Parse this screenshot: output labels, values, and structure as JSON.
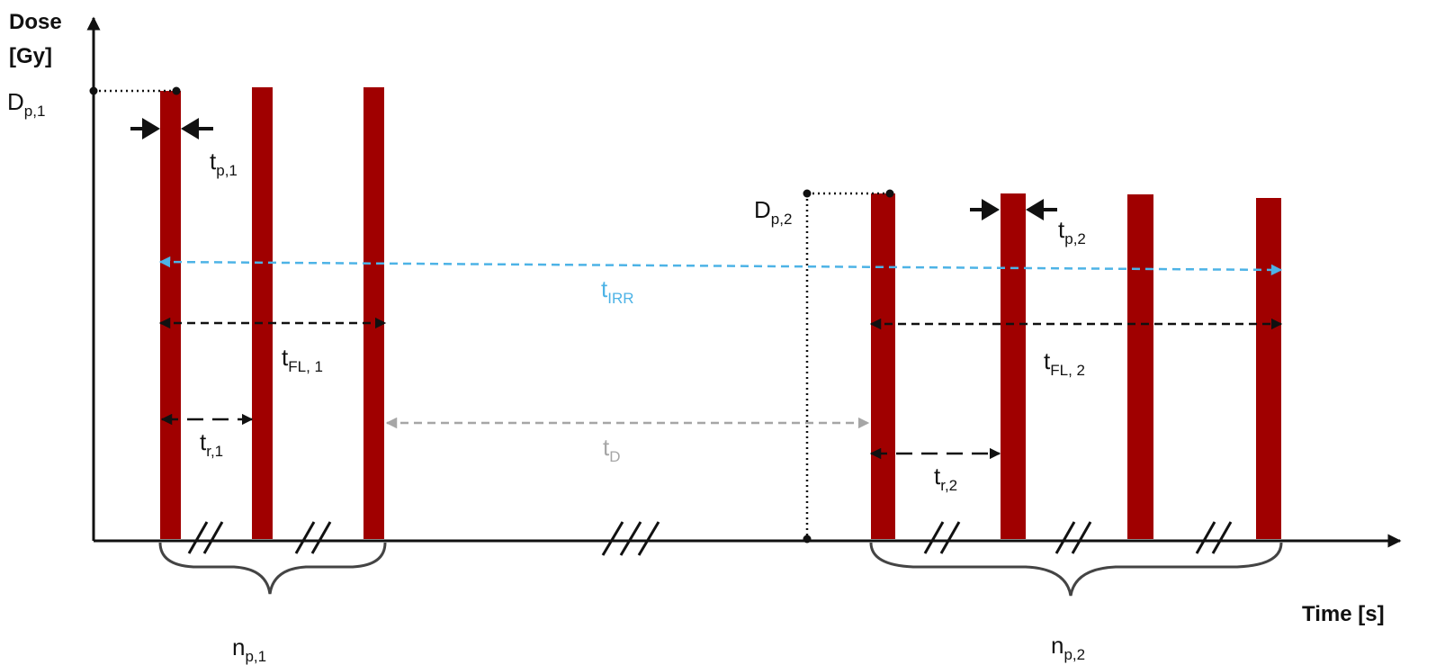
{
  "axes": {
    "y_title_line1": "Dose",
    "y_title_line2": "[Gy]",
    "x_title": "Time [s]"
  },
  "labels": {
    "dp1": {
      "main": "D",
      "sub": "p,1"
    },
    "dp2": {
      "main": "D",
      "sub": "p,2"
    },
    "tp1": {
      "main": "t",
      "sub": "p,1"
    },
    "tp2": {
      "main": "t",
      "sub": "p,2"
    },
    "tirr": {
      "main": "t",
      "sub": "IRR"
    },
    "tfl1": {
      "main": "t",
      "sub": "FL, 1"
    },
    "tfl2": {
      "main": "t",
      "sub": "FL, 2"
    },
    "tr1": {
      "main": "t",
      "sub": "r,1"
    },
    "tr2": {
      "main": "t",
      "sub": "r,2"
    },
    "td": {
      "main": "t",
      "sub": "D"
    },
    "np1": {
      "main": "n",
      "sub": "p,1"
    },
    "np2": {
      "main": "n",
      "sub": "p,2"
    }
  },
  "colors": {
    "pulse": "#a00000",
    "irradiation_arrow": "#4db3e6",
    "delay_arrow": "#a6a6a6",
    "line": "#111111"
  }
}
